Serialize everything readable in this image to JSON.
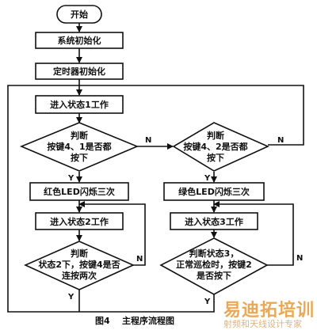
{
  "nodes": {
    "start": "开始",
    "sys_init": "系统初始化",
    "timer_init": "定时器初始化",
    "state1": "进入状态1工作",
    "decide1": [
      "判断",
      "按键4、1是否都",
      "按下"
    ],
    "decide2": [
      "判断",
      "按键4、2是否都",
      "按下"
    ],
    "red_led": "红色LED闪烁三次",
    "green_led": "绿色LED闪烁三次",
    "state2": "进入状态2工作",
    "state3": "进入状态3工作",
    "decide3": [
      "判断",
      "状态2下，按键4是否",
      "连按两次"
    ],
    "decide4": [
      "判断状态3，",
      "正常巡检时，按键2",
      "是否按下"
    ]
  },
  "labels": {
    "n1": "N",
    "n2": "N",
    "n3": "N",
    "n4": "N",
    "y1": "Y",
    "y2": "Y",
    "y3": "Y",
    "y4": "Y"
  },
  "caption": "图4    主程序流程图",
  "watermark": {
    "brand": "易迪拓培训",
    "slogan": "射频和天线设计专家"
  }
}
